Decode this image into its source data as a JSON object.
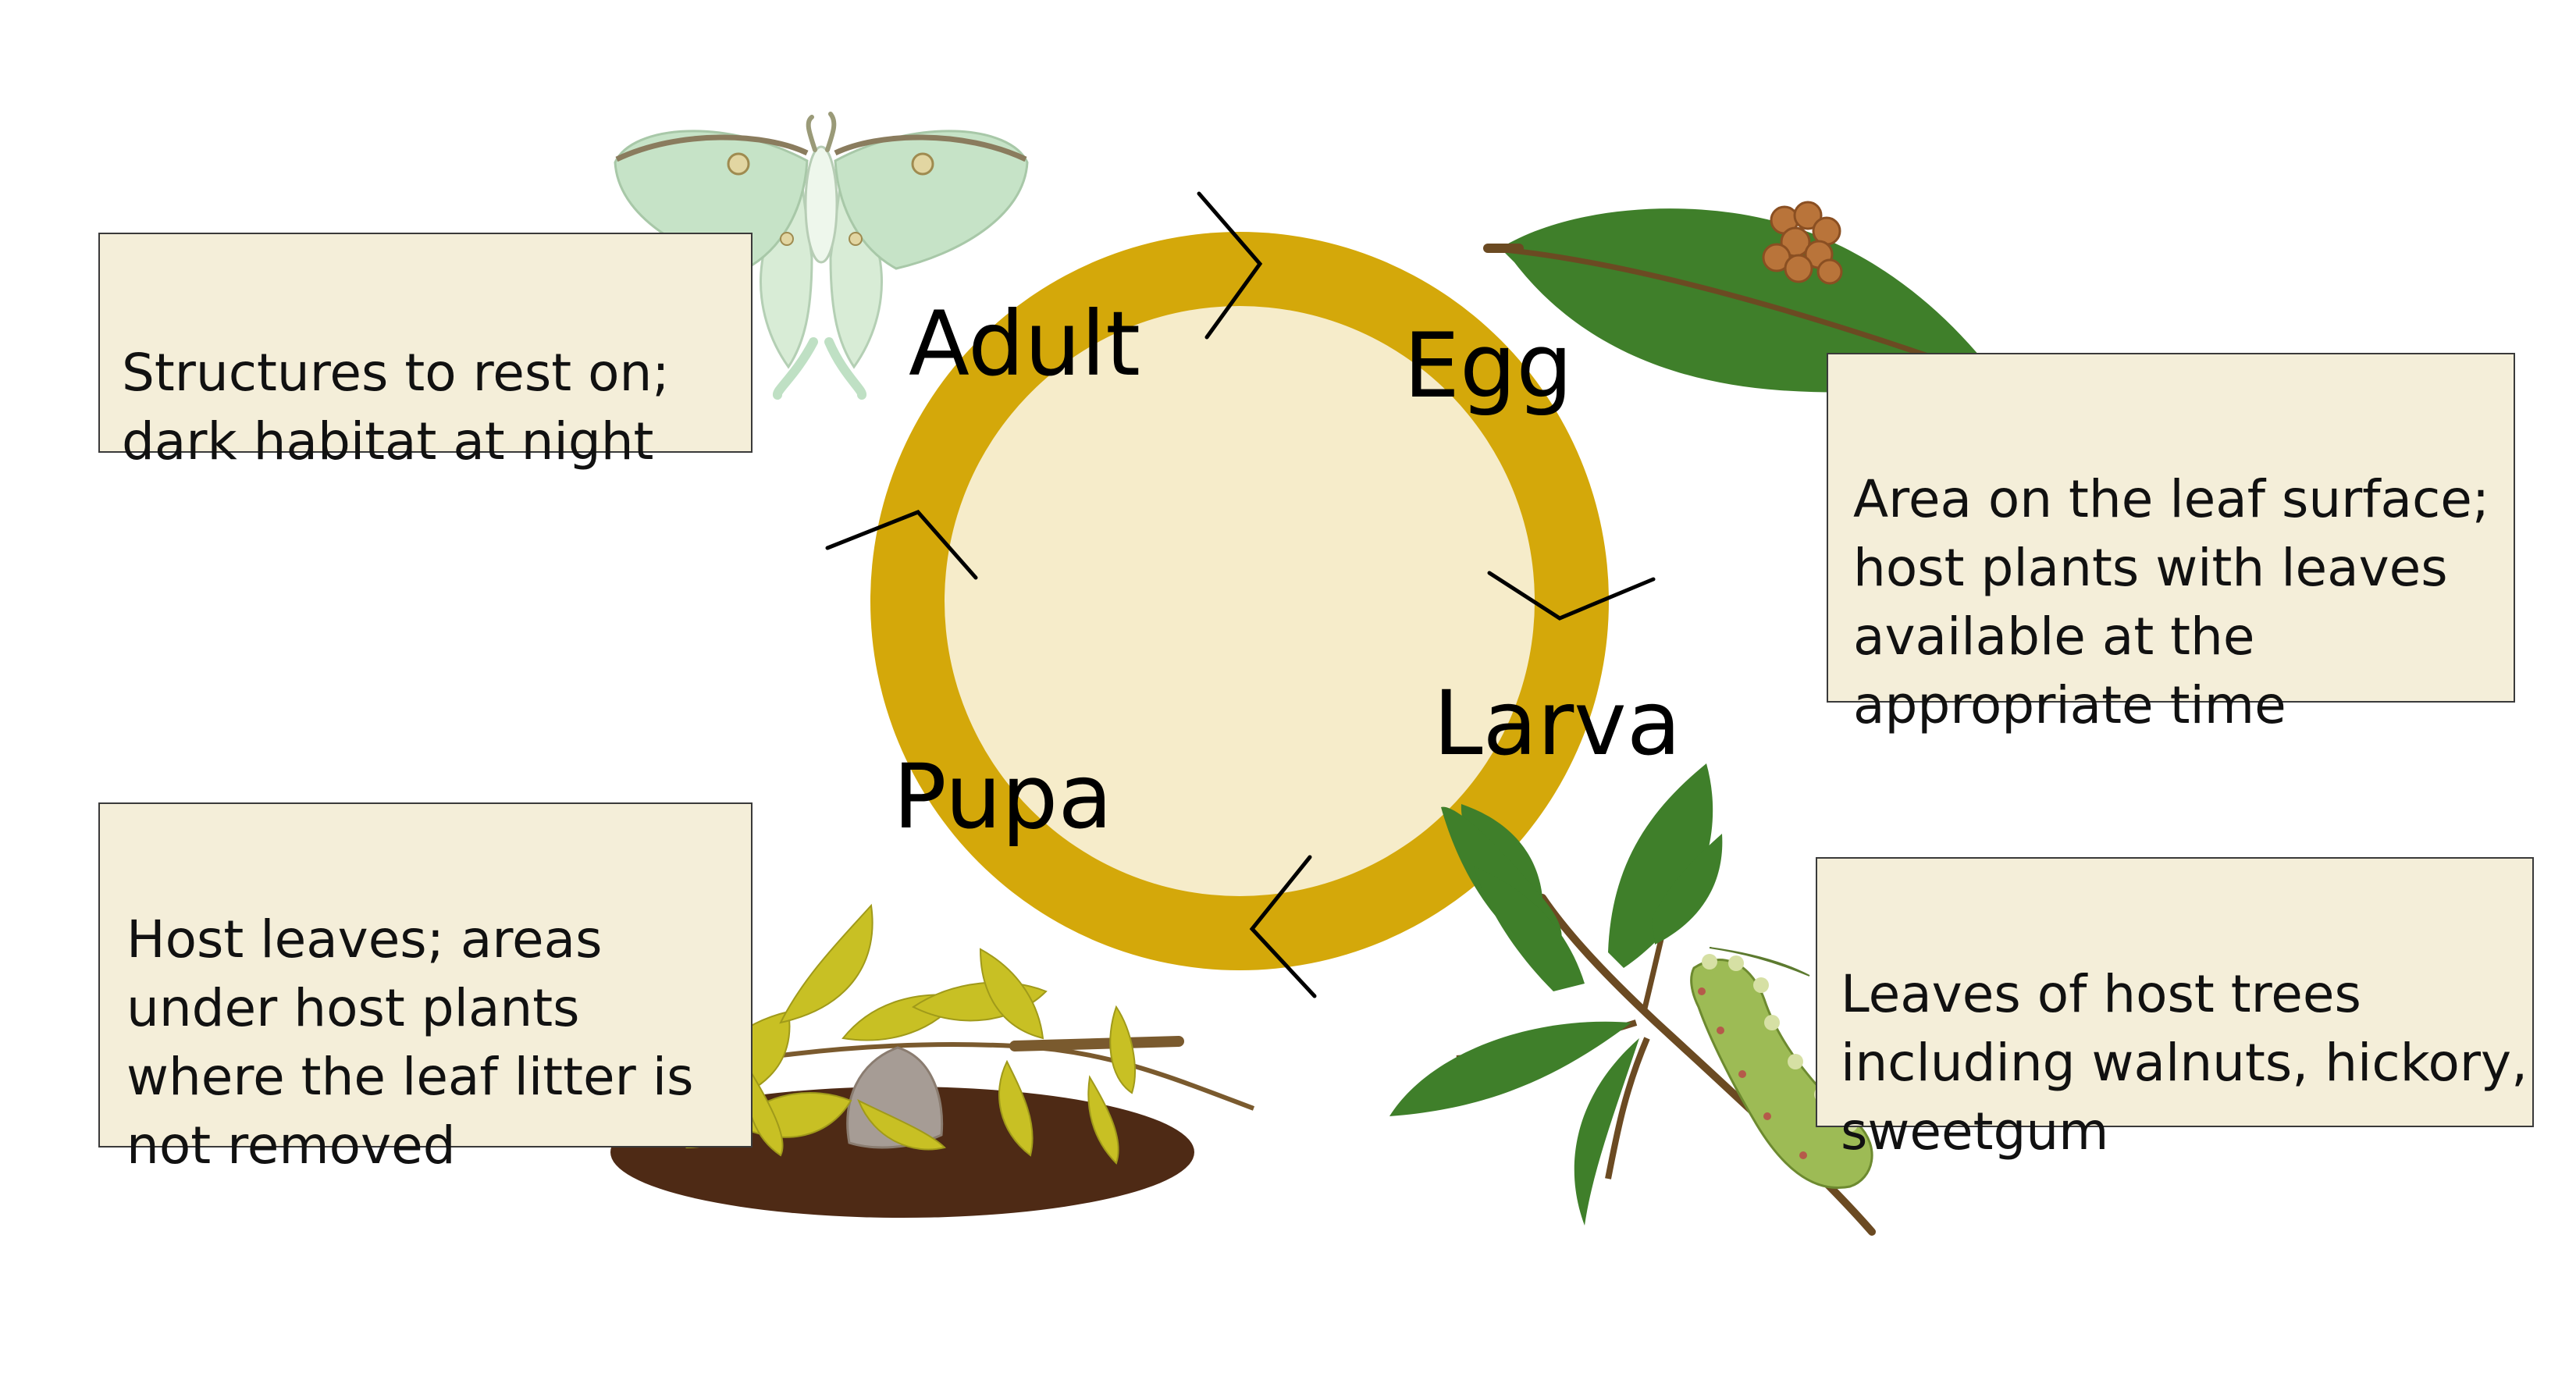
{
  "stages": {
    "adult": "Adult",
    "egg": "Egg",
    "larva": "Larva",
    "pupa": "Pupa"
  },
  "habitat_notes": {
    "adult": "Structures to rest on;\ndark habitat at night",
    "egg": "Area on the leaf surface;\nhost plants with leaves\navailable at the\nappropriate time",
    "larva": "Leaves of host trees\nincluding walnuts, hickory,\nsweetgum",
    "pupa": "Host leaves; areas\nunder host plants\nwhere the leaf litter is\nnot removed"
  },
  "colors": {
    "ring": "#d4a80a",
    "ring_center": "#f6ecca",
    "note_box": "#f4eed9",
    "leaf_green": "#3f7f2a",
    "leaf_yellow": "#c8c024",
    "moth_wing": "#cfe6cf",
    "caterpillar": "#9dbb55",
    "egg": "#b9743a",
    "soil": "#4e2a15",
    "cocoon": "#a69c95"
  },
  "icons": {
    "adult": "luna-moth-icon",
    "egg": "leaf-with-eggs-icon",
    "larva": "caterpillar-on-branch-icon",
    "pupa": "cocoon-in-leaf-litter-icon"
  }
}
